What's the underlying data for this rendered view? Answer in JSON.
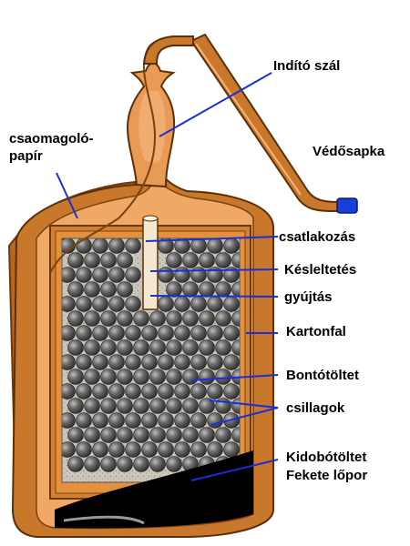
{
  "labels": {
    "fuse": "Indító szál",
    "wrapper_line1": "csaomagoló-",
    "wrapper_line2": "papír",
    "cap": "Védősapka",
    "connection": "csatlakozás",
    "delay": "Késleltetés",
    "ignition": "gyújtás",
    "cardboard": "Kartonfal",
    "burst_charge": "Bontótöltet",
    "stars": "csillagok",
    "lift_charge_line1": "Kidobótöltet",
    "lift_charge_line2": "Fekete lőpor"
  },
  "colors": {
    "wrapper": "#c8772b",
    "wrapper_dark": "#a85c18",
    "inner": "#f0a866",
    "cardboard": "#d28032",
    "filling": "#c9c3b8",
    "star": "#5a5a5a",
    "black_powder": "#000000",
    "cap": "#1a3fd6",
    "leader": "#1a2fd6"
  }
}
